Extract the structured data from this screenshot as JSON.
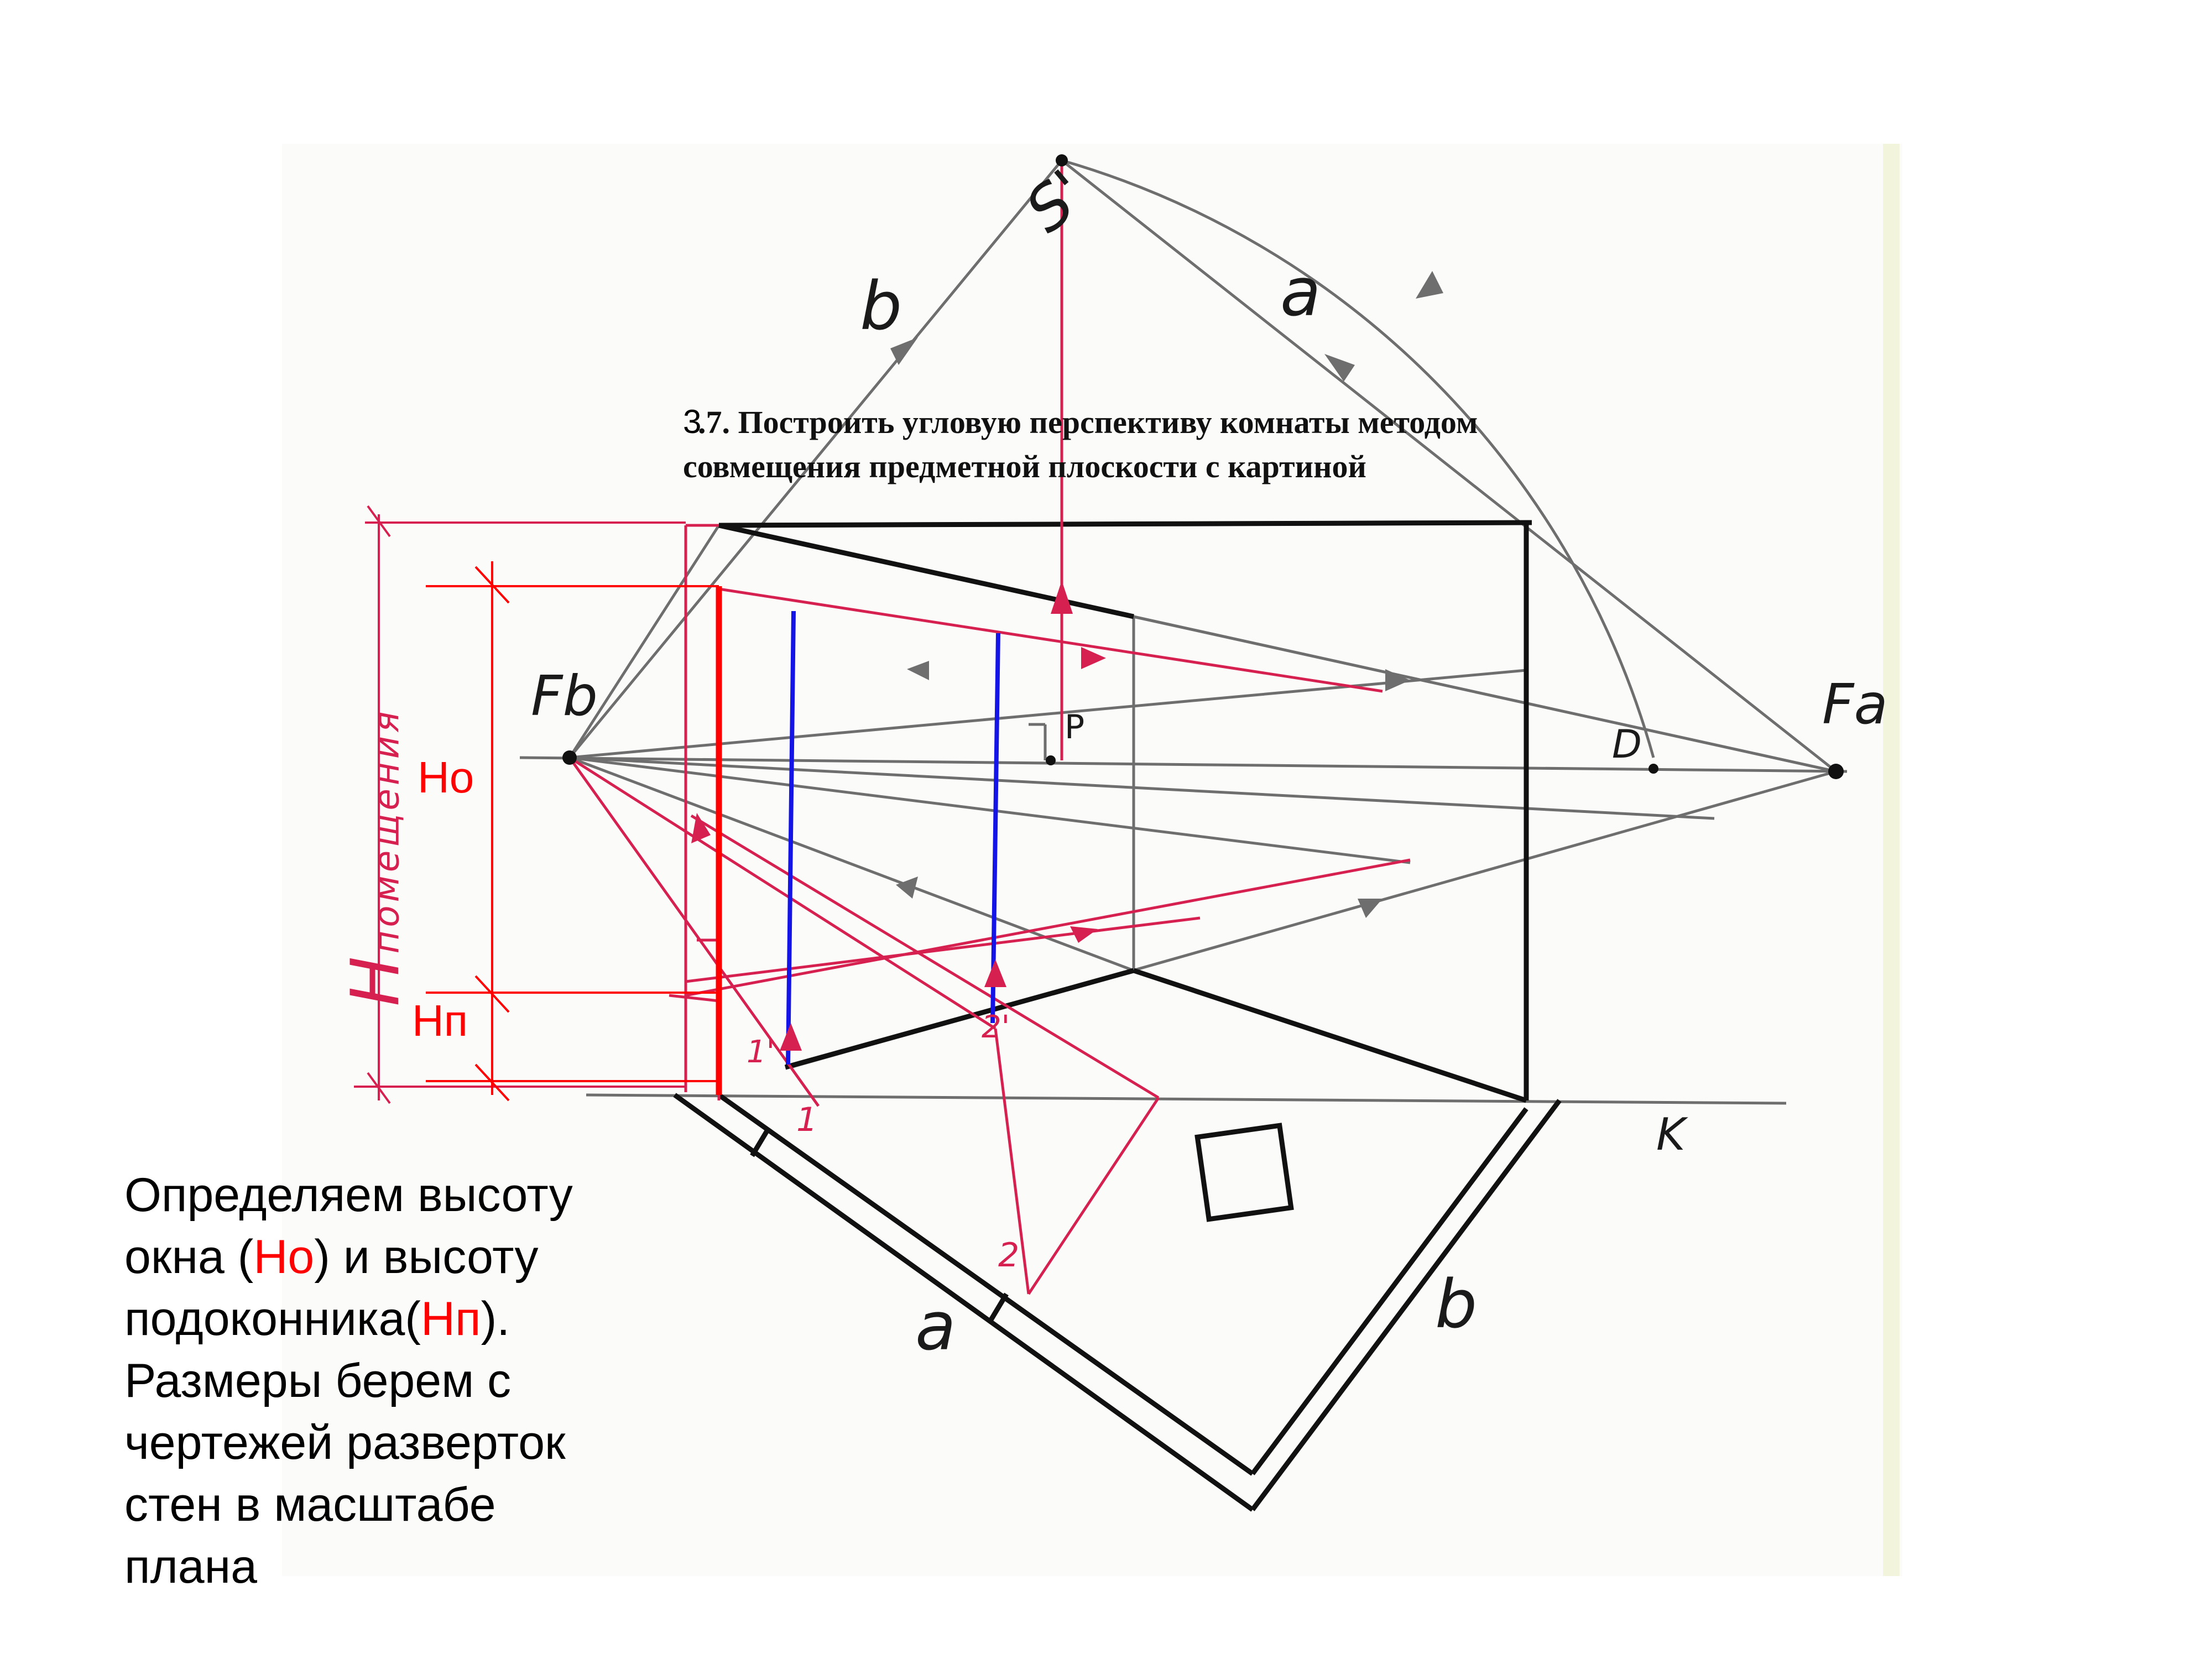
{
  "task": {
    "number": "3",
    "title_line1": ".7. Построить угловую перспективу комнаты методом",
    "title_line2": "совмещения предметной плоскости с картиной"
  },
  "labels": {
    "S": "S'",
    "b_top": "b",
    "a_top": "a",
    "Fb": "Fb",
    "Fa": "Fa",
    "P": "P",
    "D": "D",
    "K": "K",
    "a_bottom": "a",
    "b_bottom": "b",
    "pt_1": "1",
    "pt_2": "2",
    "pt_1p": "1'",
    "pt_2p": "2'",
    "H_room": "H",
    "H_room_sub": "помещения",
    "Ho": "Но",
    "Hp": "Нп"
  },
  "caption": {
    "l1": "Определяем высоту",
    "l2a": "окна (",
    "l2b": "Но",
    "l2c": ") и высоту",
    "l3a": "подоконника(",
    "l3b": "Нп",
    "l3c": ").",
    "l4": "Размеры берем с",
    "l5": "чертежей разверток",
    "l6": "стен в масштабе",
    "l7": "плана"
  },
  "colors": {
    "construction": "#6e6e6e",
    "ink": "#111111",
    "pen_red": "#d62050",
    "annotation_red": "#ff0000",
    "window_blue": "#1414e6"
  }
}
